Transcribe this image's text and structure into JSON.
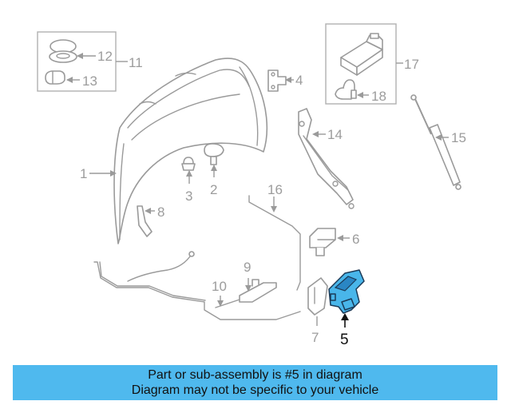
{
  "callouts": {
    "c1": "1",
    "c2": "2",
    "c3": "3",
    "c4": "4",
    "c5": "5",
    "c6": "6",
    "c7": "7",
    "c8": "8",
    "c9": "9",
    "c10": "10",
    "c11": "11",
    "c12": "12",
    "c13": "13",
    "c14": "14",
    "c15": "15",
    "c16": "16",
    "c17": "17",
    "c18": "18"
  },
  "highlighted_part": "5",
  "colors": {
    "highlight": "#49b6ea",
    "banner": "#4fb9ee",
    "line_art": "#9a9a9a"
  },
  "banner": {
    "line1": "Part or sub-assembly is #5 in diagram",
    "line2": "Diagram may not be specific to your vehicle"
  }
}
